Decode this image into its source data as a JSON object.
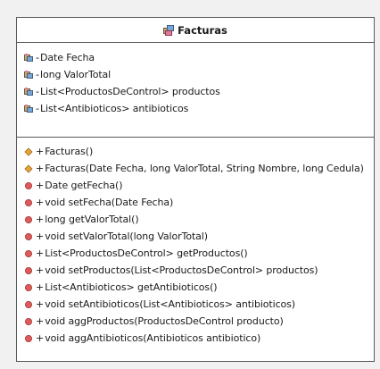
{
  "class": {
    "name": "Facturas",
    "attributes": [
      {
        "visibility": "-",
        "text": "Date Fecha"
      },
      {
        "visibility": "-",
        "text": "long ValorTotal"
      },
      {
        "visibility": "-",
        "text": "List<ProductosDeControl> productos"
      },
      {
        "visibility": "-",
        "text": "List<Antibioticos> antibioticos"
      }
    ],
    "constructors": [
      {
        "visibility": "+",
        "text": "Facturas()"
      },
      {
        "visibility": "+",
        "text": "Facturas(Date Fecha, long ValorTotal, String Nombre, long Cedula)"
      }
    ],
    "methods": [
      {
        "visibility": "+",
        "text": "Date getFecha()"
      },
      {
        "visibility": "+",
        "text": "void setFecha(Date Fecha)"
      },
      {
        "visibility": "+",
        "text": "long getValorTotal()"
      },
      {
        "visibility": "+",
        "text": "void setValorTotal(long ValorTotal)"
      },
      {
        "visibility": "+",
        "text": "List<ProductosDeControl> getProductos()"
      },
      {
        "visibility": "+",
        "text": "void setProductos(List<ProductosDeControl> productos)"
      },
      {
        "visibility": "+",
        "text": "List<Antibioticos> getAntibioticos()"
      },
      {
        "visibility": "+",
        "text": "void setAntibioticos(List<Antibioticos> antibioticos)"
      },
      {
        "visibility": "+",
        "text": "void aggProductos(ProductosDeControl producto)"
      },
      {
        "visibility": "+",
        "text": "void aggAntibioticos(Antibioticos antibiotico)"
      }
    ]
  },
  "icons": {
    "class": "class-icon",
    "attribute": "private-field-icon",
    "constructor": "constructor-icon",
    "method": "public-method-icon"
  },
  "colors": {
    "border": "#5a5a5a",
    "background": "#ffffff",
    "canvas": "#f1f1f1",
    "constructor_icon": "#e8a33a",
    "method_icon": "#e05a5a"
  }
}
